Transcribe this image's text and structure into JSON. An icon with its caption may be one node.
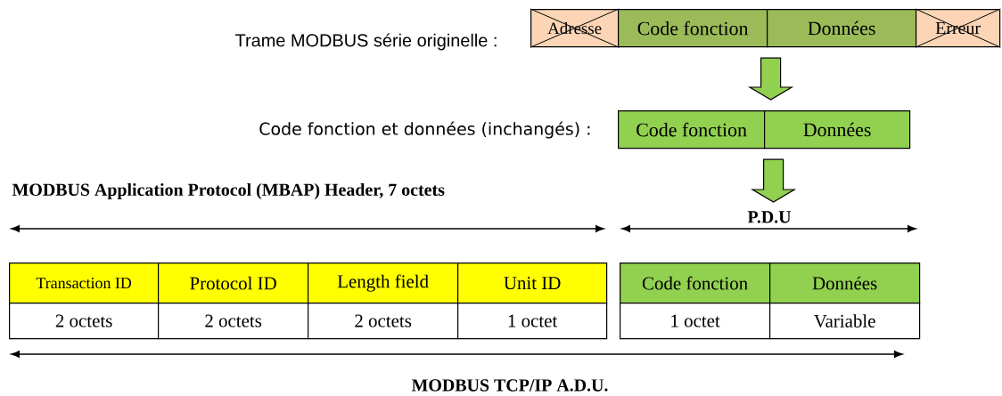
{
  "diagram": {
    "nodes": [
      {
        "text": [
          "Adresse"
        ]
      },
      {
        "text": [
          "Code fonction"
        ]
      },
      {
        "text": [
          "Données"
        ]
      },
      {
        "text": [
          "Erreur"
        ]
      },
      {
        "text": [
          "Code fonction"
        ]
      },
      {
        "text": [
          "Données"
        ]
      },
      {
        "text": [
          "Transaction ID"
        ]
      },
      {
        "text": [
          "Protocol ID"
        ]
      },
      {
        "text": [
          "Length field"
        ]
      },
      {
        "text": [
          "Unit ID"
        ]
      },
      {
        "text": [
          "2 octets"
        ]
      },
      {
        "text": [
          "2 octets"
        ]
      },
      {
        "text": [
          "2 octets"
        ]
      },
      {
        "text": [
          "1 octet"
        ]
      },
      {
        "text": [
          "Code fonction"
        ]
      },
      {
        "text": [
          "Données"
        ]
      },
      {
        "text": [
          "1 octet"
        ]
      },
      {
        "text": [
          "Variable"
        ]
      }
    ],
    "edges": [
      {
        "from": 2,
        "to": 5,
        "arrow": "to"
      },
      {
        "from": 5,
        "to": null,
        "arrow": "to"
      }
    ],
    "labels": [
      "Trame MODBUS série originelle :",
      "Code fonction et données (inchangés) :",
      "MODBUS Application Protocol (MBAP) Header, 7 octets",
      "P.D.U",
      "MODBUS TCP/IP A.D.U."
    ]
  }
}
